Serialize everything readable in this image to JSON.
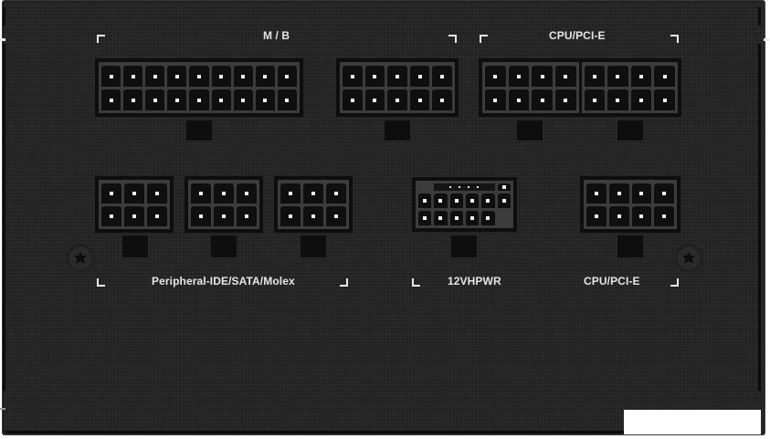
{
  "image_description": "Rear view of a modular PSU connector panel (black textured metal)",
  "colors": {
    "panel": "#252525",
    "connector_frame": "#3c3c3c",
    "pin_socket": "#0f0f0f",
    "label_text": "#e6e6e6"
  },
  "groups": {
    "top_left": {
      "label": "M / B"
    },
    "top_right": {
      "label": "CPU/PCI-E"
    },
    "bottom_left": {
      "label": "Peripheral-IDE/SATA/Molex"
    },
    "bottom_middle": {
      "label": "12VHPWR"
    },
    "bottom_right": {
      "label": "CPU/PCI-E"
    }
  },
  "connectors": [
    {
      "id": "mb-18pin",
      "group": "M / B",
      "cols": 9,
      "rows": 2,
      "pins": 18
    },
    {
      "id": "mb-10pin",
      "group": "M / B",
      "cols": 5,
      "rows": 2,
      "pins": 10
    },
    {
      "id": "cpu-pcie-8pin-1",
      "group": "CPU/PCI-E",
      "cols": 4,
      "rows": 2,
      "pins": 8
    },
    {
      "id": "cpu-pcie-8pin-2",
      "group": "CPU/PCI-E",
      "cols": 4,
      "rows": 2,
      "pins": 8
    },
    {
      "id": "peripheral-6pin-1",
      "group": "Peripheral-IDE/SATA/Molex",
      "cols": 3,
      "rows": 2,
      "pins": 6
    },
    {
      "id": "peripheral-6pin-2",
      "group": "Peripheral-IDE/SATA/Molex",
      "cols": 3,
      "rows": 2,
      "pins": 6
    },
    {
      "id": "peripheral-6pin-3",
      "group": "Peripheral-IDE/SATA/Molex",
      "cols": 3,
      "rows": 2,
      "pins": 6
    },
    {
      "id": "12vhpwr-16pin",
      "group": "12VHPWR",
      "cols": 6,
      "rows": 2,
      "pins": 12,
      "sense_pins": 4
    },
    {
      "id": "cpu-pcie-8pin-3",
      "group": "CPU/PCI-E",
      "cols": 4,
      "rows": 2,
      "pins": 8
    }
  ],
  "screws": [
    {
      "id": "screw-left",
      "icon": "torx-screw-icon"
    },
    {
      "id": "screw-right",
      "icon": "torx-screw-icon"
    }
  ]
}
